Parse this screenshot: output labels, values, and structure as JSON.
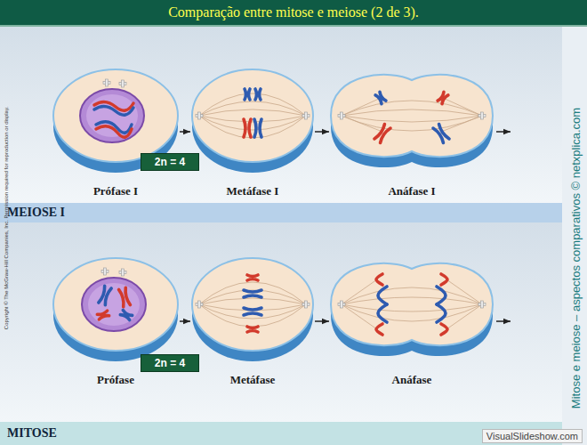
{
  "diagram": {
    "title": "Comparação entre mitose e meiose (2 de 3).",
    "nodes": [
      {
        "text": [
          "Prófase I"
        ]
      },
      {
        "text": [
          "2n = 4"
        ],
        "in": 0
      },
      {
        "text": [
          "Metáfase I"
        ]
      },
      {
        "text": [
          "Anáfase I"
        ]
      },
      {
        "text": [
          "MEIOSE I"
        ]
      },
      {
        "text": [
          "Prófase"
        ]
      },
      {
        "text": [
          "2n = 4"
        ],
        "in": 5
      },
      {
        "text": [
          "Metáfase"
        ]
      },
      {
        "text": [
          "Anáfase"
        ]
      },
      {
        "text": [
          "MITOSE"
        ]
      }
    ],
    "edges": [
      {
        "from": 0,
        "to": 2,
        "arrow": "to"
      },
      {
        "from": 2,
        "to": 3,
        "arrow": "to"
      },
      {
        "from": 5,
        "to": 7,
        "arrow": "to"
      },
      {
        "from": 7,
        "to": 8,
        "arrow": "to"
      }
    ],
    "labels": [
      "Copyright © The McGraw-Hill Companies, Inc. Permission required for reproduction or display.",
      "Mitose e meiose – aspectos comparativos © netxplica.com",
      "VisualSlideshow.com"
    ]
  }
}
